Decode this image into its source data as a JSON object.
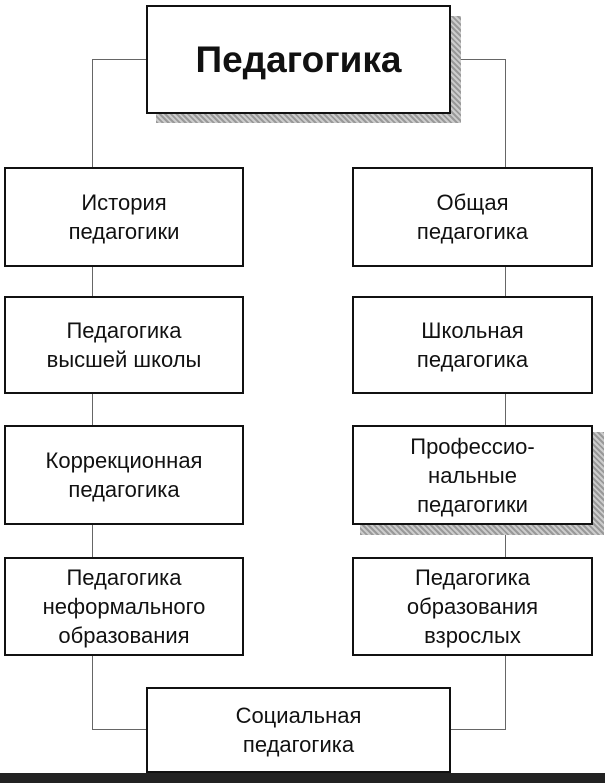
{
  "title": "Педагогика",
  "left": [
    [
      "История",
      "педагогики"
    ],
    [
      "Педагогика",
      "высшей школы"
    ],
    [
      "Коррекционная",
      "педагогика"
    ],
    [
      "Педагогика",
      "неформального",
      "образования"
    ]
  ],
  "right": [
    [
      "Общая",
      "педагогика"
    ],
    [
      "Школьная",
      "педагогика"
    ],
    [
      "Профессио-",
      "нальные",
      "педагогики"
    ],
    [
      "Педагогика",
      "образования",
      "взрослых"
    ]
  ],
  "bottom": [
    "Социальная",
    "педагогика"
  ]
}
